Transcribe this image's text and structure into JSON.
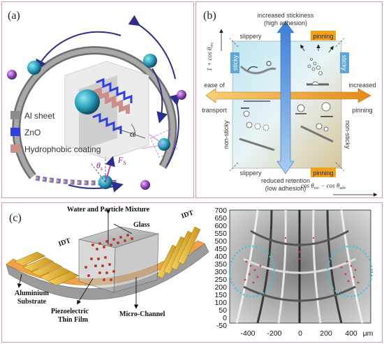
{
  "panel_a": {
    "label": "(a)",
    "legend": [
      {
        "name": "Al sheet",
        "color": "#8c8c8c"
      },
      {
        "name": "ZnO",
        "color": "#2f3fe0"
      },
      {
        "name": "Hydrophobic coating",
        "color": "#c98f88"
      }
    ],
    "alpha": "α",
    "theta_s": "θ",
    "theta_s_sub": "s",
    "force_F": "F",
    "force_sub": "S"
  },
  "panel_b": {
    "label": "(b)",
    "top_title_1": "increased stickiness",
    "top_title_2": "(high adhesion)",
    "bottom_title_1": "reduced retention",
    "bottom_title_2": "(low adhesion)",
    "left_label_1": "ease of",
    "left_label_2": "transport",
    "right_label_1": "increased",
    "right_label_2": "pinning",
    "slippery": "slippery",
    "pinning": "pinning",
    "sticky": "sticky",
    "non_sticky": "non-sticky",
    "y_axis": "1 + cos θ",
    "y_axis_sub": "rec",
    "x_axis_a": "cos θ",
    "x_axis_sub1": "rec",
    "x_axis_b": " − cos θ",
    "x_axis_sub2": "adv"
  },
  "panel_c": {
    "label": "(c)",
    "water_label": "Water and Particle Mixture",
    "glass": "Glass",
    "idt_left": "IDT",
    "idt_right": "IDT",
    "aluminium_1": "Aluminium",
    "aluminium_2": "Substrate",
    "piezo_1": "Piezoelectric",
    "piezo_2": "Thin Film",
    "microchannel": "Micro-Channel",
    "y_ticks": [
      "700",
      "650",
      "600",
      "550",
      "500",
      "450",
      "400",
      "350",
      "300",
      "250",
      "200",
      "150",
      "100",
      "50",
      "0",
      "-50"
    ],
    "x_ticks": [
      "-400",
      "-200",
      "0",
      "200",
      "400"
    ],
    "x_unit": "μm"
  }
}
